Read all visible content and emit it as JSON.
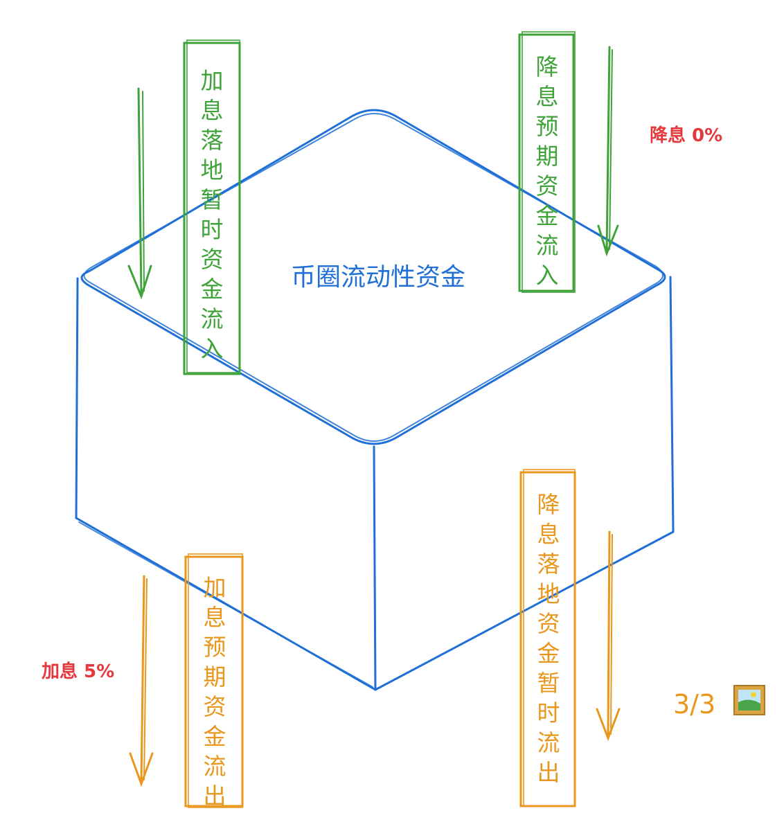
{
  "center_label": "币圈流动性资金",
  "boxes": {
    "rate_hike_inflow": "加息落地暂时资金流入",
    "rate_cut_expect_inflow": "降息预期资金流入",
    "rate_hike_expect_outflow": "加息预期资金流出",
    "rate_cut_outflow": "降息落地资金暂时流出"
  },
  "notes": {
    "rate_cut": "降息 0%",
    "rate_hike": "加息 5%"
  },
  "page_counter": "3/3",
  "picture_icon": "framed-picture-icon",
  "colors": {
    "cube": "#1f6fd6",
    "inflow": "#3fa33a",
    "outflow": "#e8961c",
    "note": "#e5373c"
  }
}
